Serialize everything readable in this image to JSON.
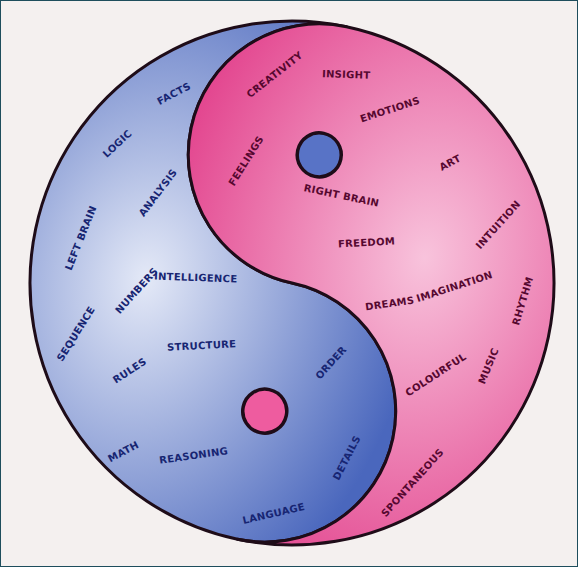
{
  "diagram": {
    "nodes": [
      {
        "text": [
          "LEFT BRAIN",
          "LOGIC",
          "FACTS",
          "ANALYSIS",
          "SEQUENCE",
          "NUMBERS",
          "INTELLIGENCE",
          "RULES",
          "STRUCTURE",
          "MATH",
          "REASONING",
          "ORDER",
          "DETAILS",
          "LANGUAGE"
        ]
      },
      {
        "text": [
          "RIGHT BRAIN",
          "IMAGINATION",
          "CREATIVITY",
          "FEELINGS",
          "EMOTIONS",
          "INTUITION",
          "ART",
          "DREAMS",
          "MUSIC",
          "COLOURFUL",
          "SPONTANEOUS",
          "FREEDOM",
          "RHYTHM",
          "INSIGHT"
        ]
      }
    ]
  }
}
